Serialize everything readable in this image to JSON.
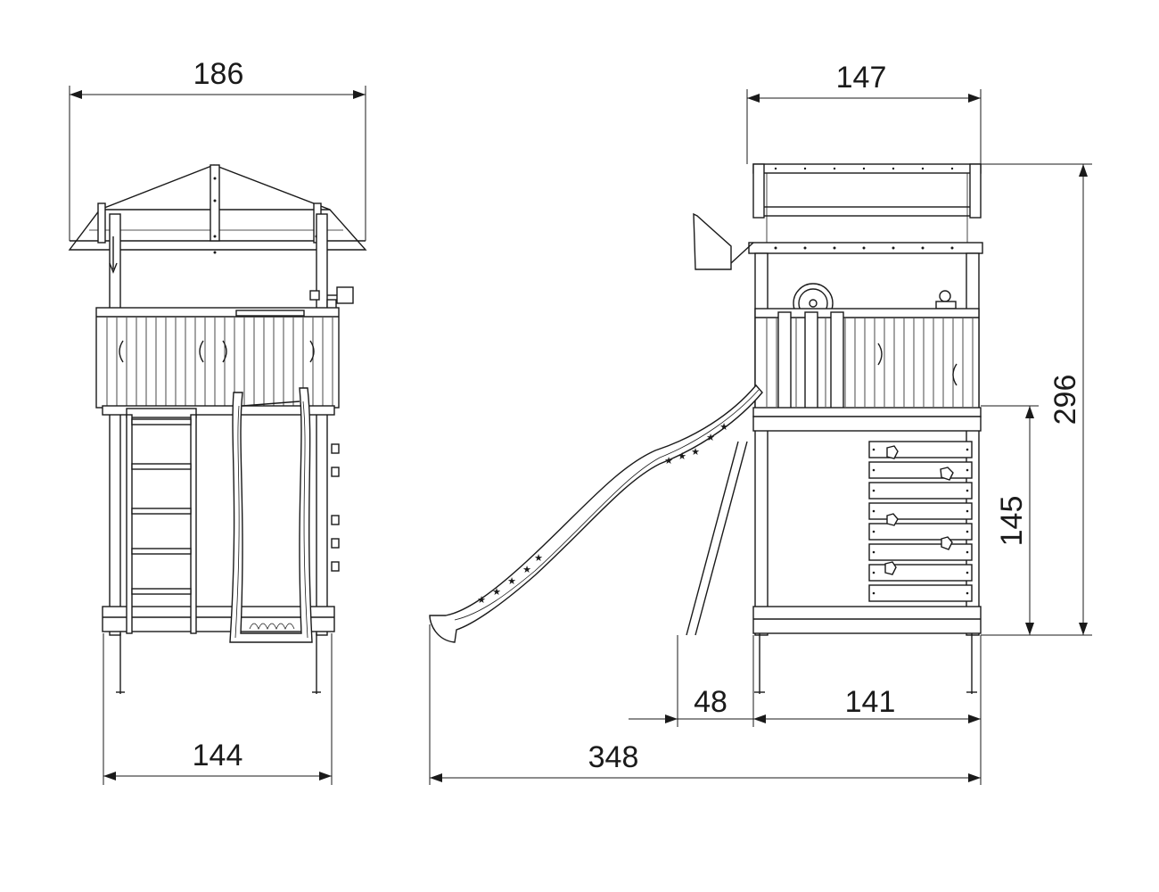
{
  "dimensions": {
    "front_width_top": "186",
    "front_width_bottom": "144",
    "side_width_top": "147",
    "total_height": "296",
    "platform_height": "145",
    "slide_offset": "48",
    "base_depth": "141",
    "total_length": "348"
  },
  "colors": {
    "line": "#1a1a1a",
    "background": "#ffffff"
  },
  "icons": [
    "star-icon",
    "steering-wheel-icon",
    "telescope-icon",
    "climbing-hold-icon"
  ]
}
